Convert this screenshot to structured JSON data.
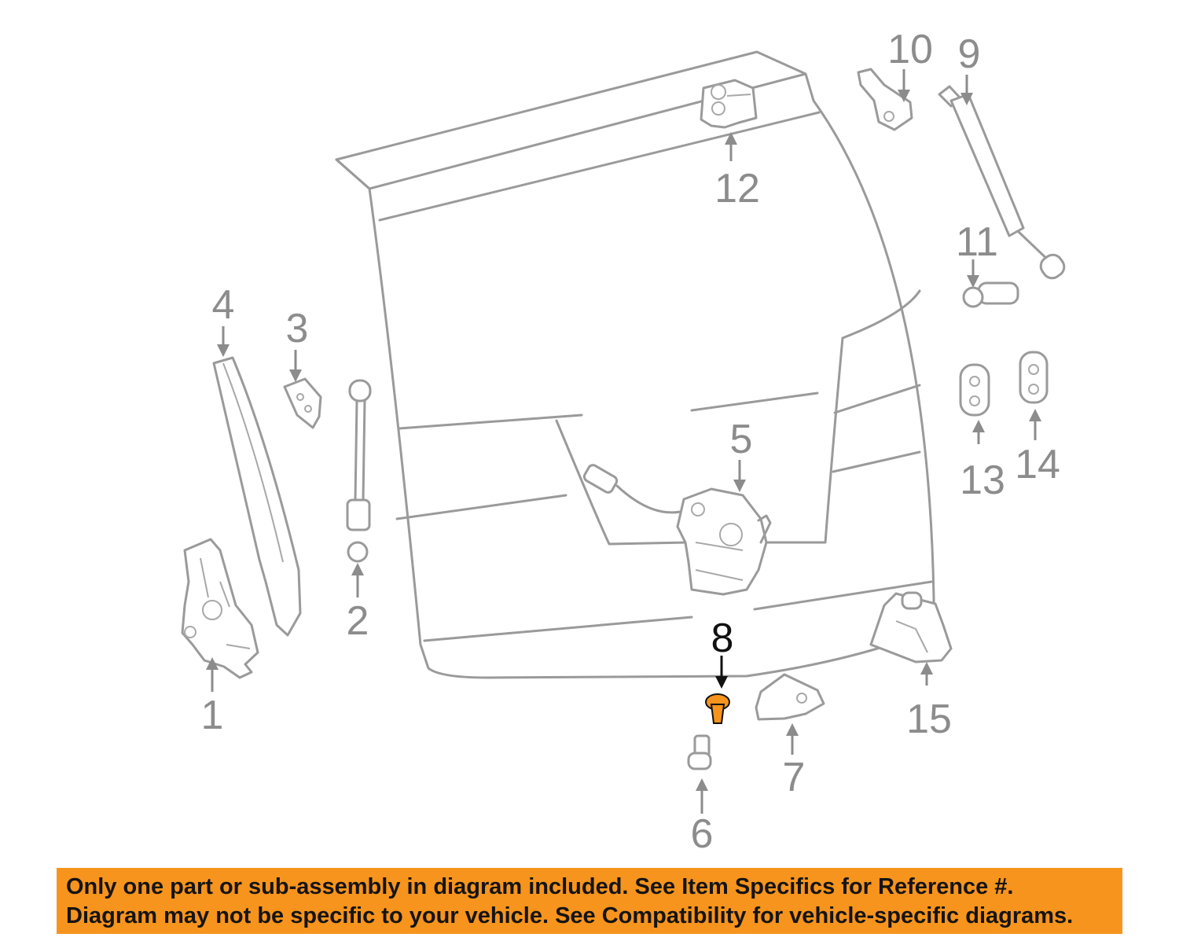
{
  "callouts": [
    {
      "id": "1",
      "label": "1"
    },
    {
      "id": "2",
      "label": "2"
    },
    {
      "id": "3",
      "label": "3"
    },
    {
      "id": "4",
      "label": "4"
    },
    {
      "id": "5",
      "label": "5"
    },
    {
      "id": "6",
      "label": "6"
    },
    {
      "id": "7",
      "label": "7"
    },
    {
      "id": "8",
      "label": "8"
    },
    {
      "id": "9",
      "label": "9"
    },
    {
      "id": "10",
      "label": "10"
    },
    {
      "id": "11",
      "label": "11"
    },
    {
      "id": "12",
      "label": "12"
    },
    {
      "id": "13",
      "label": "13"
    },
    {
      "id": "14",
      "label": "14"
    },
    {
      "id": "15",
      "label": "15"
    }
  ],
  "highlight": {
    "callout": "8",
    "part_color": "#f7941d",
    "text_color": "#111111"
  },
  "colors": {
    "line_gray": "#9a9a9a",
    "banner_orange": "#f7941d"
  },
  "notice": {
    "line1": "Only one part or sub-assembly in diagram included. See Item Specifics for Reference #.",
    "line2": "Diagram may not be specific to your vehicle. See Compatibility for vehicle-specific diagrams."
  }
}
